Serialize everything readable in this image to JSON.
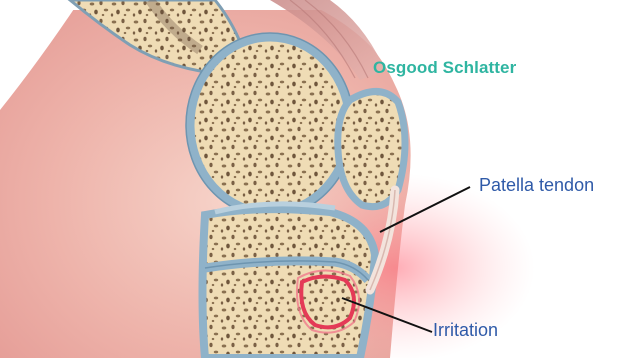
{
  "diagram": {
    "title": "Osgood Schlatter",
    "labels": {
      "patella_tendon": "Patella tendon",
      "irritation": "Irritation"
    },
    "colors": {
      "title": "#2fb5a1",
      "label": "#2f5aa8",
      "bone": "#efdcb5",
      "cartilage": "#8fb2c9",
      "skin": "#f2c2bc",
      "inflammation": "#e43a57"
    }
  }
}
